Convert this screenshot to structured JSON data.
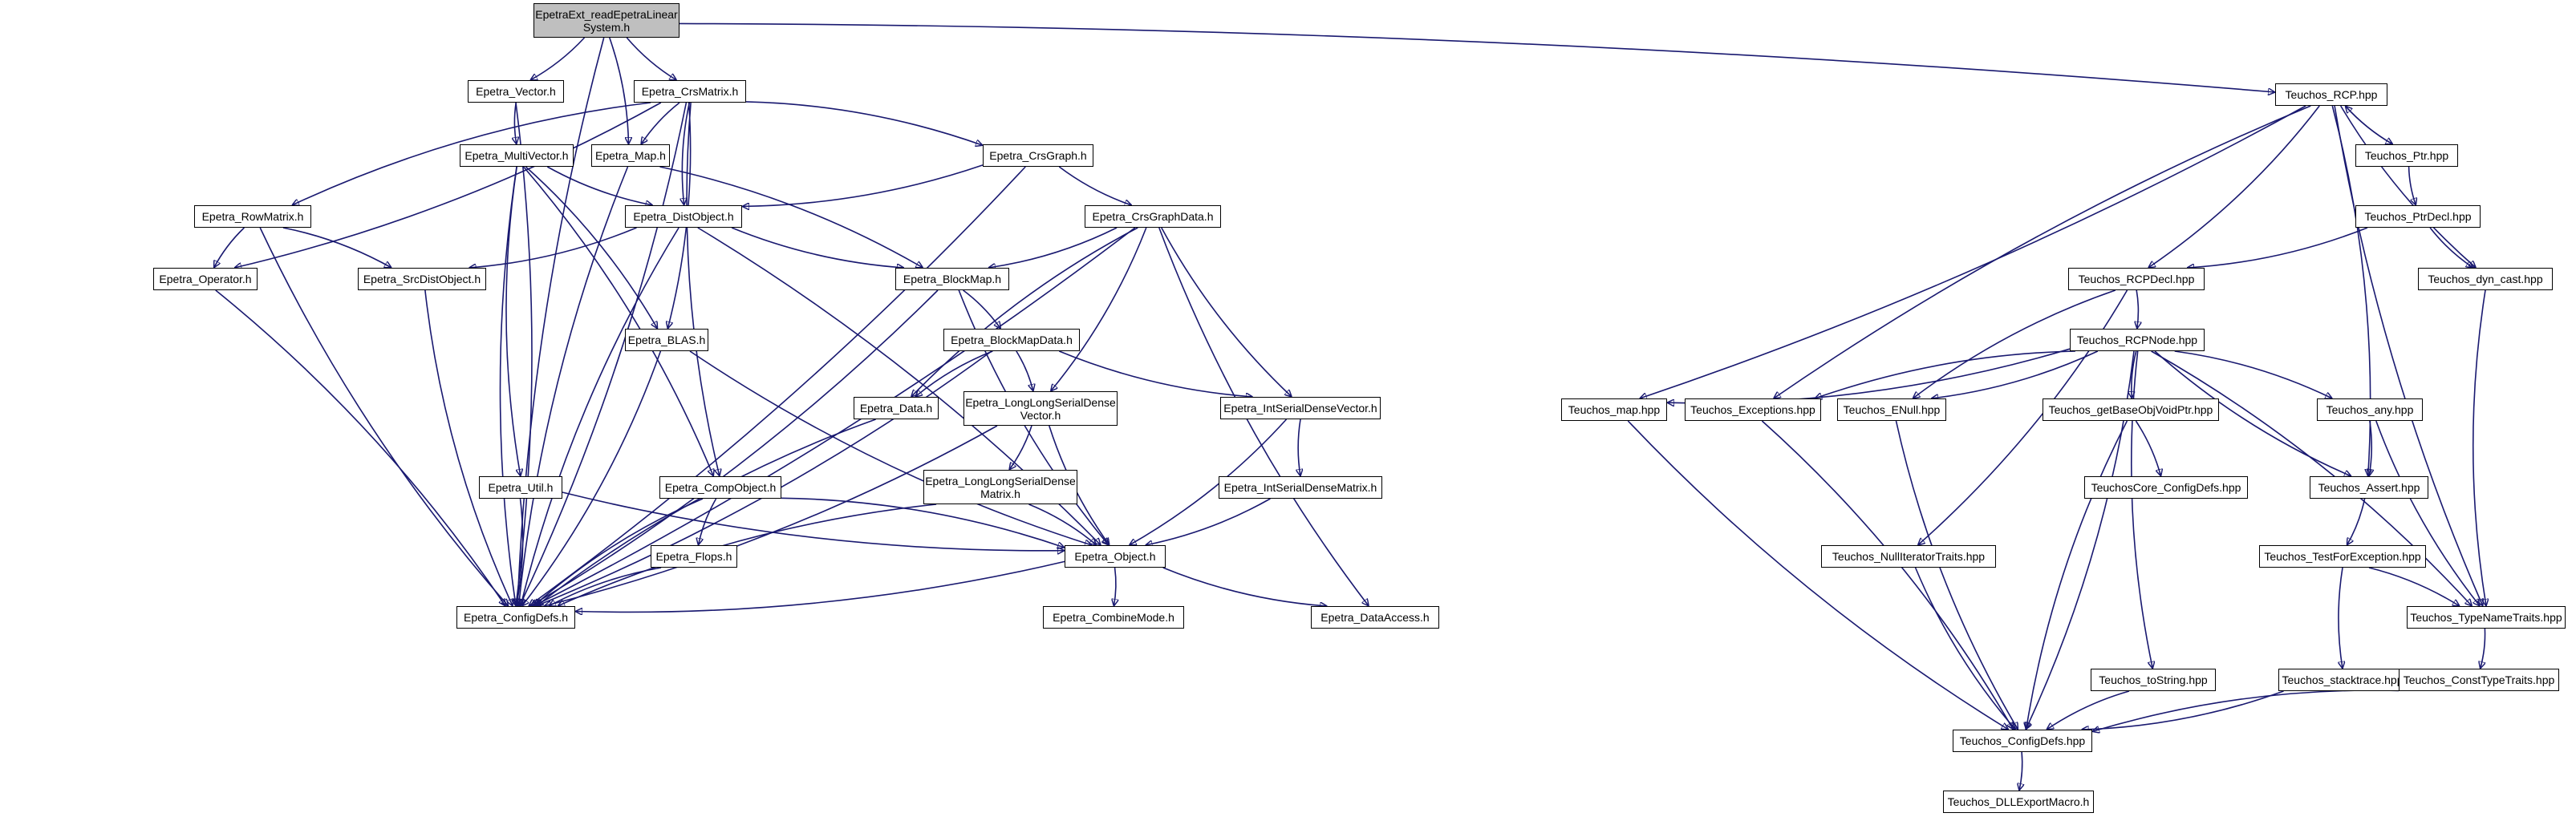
{
  "colors": {
    "edge": "#191970",
    "root_fill": "#bfbfbf",
    "node_fill": "#ffffff"
  },
  "nodes": {
    "root": "EpetraExt_readEpetraLinear\nSystem.h",
    "vector": "Epetra_Vector.h",
    "crsmatrix": "Epetra_CrsMatrix.h",
    "multivector": "Epetra_MultiVector.h",
    "map": "Epetra_Map.h",
    "crsgraph": "Epetra_CrsGraph.h",
    "rowmatrix": "Epetra_RowMatrix.h",
    "distobject": "Epetra_DistObject.h",
    "crsgraphdata": "Epetra_CrsGraphData.h",
    "operator": "Epetra_Operator.h",
    "srcdistobject": "Epetra_SrcDistObject.h",
    "blockmap": "Epetra_BlockMap.h",
    "blas": "Epetra_BLAS.h",
    "blockmapdata": "Epetra_BlockMapData.h",
    "data": "Epetra_Data.h",
    "llsdvector": "Epetra_LongLongSerialDense\nVector.h",
    "isdvector": "Epetra_IntSerialDenseVector.h",
    "util": "Epetra_Util.h",
    "compobject": "Epetra_CompObject.h",
    "llsdmatrix": "Epetra_LongLongSerialDense\nMatrix.h",
    "isdmatrix": "Epetra_IntSerialDenseMatrix.h",
    "flops": "Epetra_Flops.h",
    "object": "Epetra_Object.h",
    "configdefs": "Epetra_ConfigDefs.h",
    "combinemode": "Epetra_CombineMode.h",
    "dataaccess": "Epetra_DataAccess.h",
    "rcp": "Teuchos_RCP.hpp",
    "ptr": "Teuchos_Ptr.hpp",
    "ptrdecl": "Teuchos_PtrDecl.hpp",
    "rcpdecl": "Teuchos_RCPDecl.hpp",
    "dyncast": "Teuchos_dyn_cast.hpp",
    "rcpnode": "Teuchos_RCPNode.hpp",
    "tmap": "Teuchos_map.hpp",
    "exceptions": "Teuchos_Exceptions.hpp",
    "enull": "Teuchos_ENull.hpp",
    "getbase": "Teuchos_getBaseObjVoidPtr.hpp",
    "any": "Teuchos_any.hpp",
    "coreconfig": "TeuchosCore_ConfigDefs.hpp",
    "assert": "Teuchos_Assert.hpp",
    "nulliter": "Teuchos_NullIteratorTraits.hpp",
    "testforexc": "Teuchos_TestForException.hpp",
    "typename": "Teuchos_TypeNameTraits.hpp",
    "tostring": "Teuchos_toString.hpp",
    "stacktrace": "Teuchos_stacktrace.hpp",
    "consttype": "Teuchos_ConstTypeTraits.hpp",
    "tconfigdefs": "Teuchos_ConfigDefs.hpp",
    "dllexport": "Teuchos_DLLExportMacro.h"
  },
  "edges": [
    [
      "root",
      "vector"
    ],
    [
      "root",
      "crsmatrix"
    ],
    [
      "root",
      "map"
    ],
    [
      "root",
      "configdefs"
    ],
    [
      "root",
      "rcp"
    ],
    [
      "vector",
      "multivector"
    ],
    [
      "vector",
      "configdefs"
    ],
    [
      "crsmatrix",
      "map"
    ],
    [
      "crsmatrix",
      "crsgraph"
    ],
    [
      "crsmatrix",
      "rowmatrix"
    ],
    [
      "crsmatrix",
      "operator"
    ],
    [
      "crsmatrix",
      "distobject"
    ],
    [
      "crsmatrix",
      "blas"
    ],
    [
      "crsmatrix",
      "compobject"
    ],
    [
      "crsmatrix",
      "configdefs"
    ],
    [
      "multivector",
      "distobject"
    ],
    [
      "multivector",
      "blas"
    ],
    [
      "multivector",
      "util"
    ],
    [
      "multivector",
      "compobject"
    ],
    [
      "multivector",
      "configdefs"
    ],
    [
      "map",
      "blockmap"
    ],
    [
      "map",
      "configdefs"
    ],
    [
      "crsgraph",
      "distobject"
    ],
    [
      "crsgraph",
      "crsgraphdata"
    ],
    [
      "crsgraph",
      "configdefs"
    ],
    [
      "rowmatrix",
      "operator"
    ],
    [
      "rowmatrix",
      "srcdistobject"
    ],
    [
      "rowmatrix",
      "configdefs"
    ],
    [
      "distobject",
      "srcdistobject"
    ],
    [
      "distobject",
      "blockmap"
    ],
    [
      "distobject",
      "object"
    ],
    [
      "distobject",
      "configdefs"
    ],
    [
      "crsgraphdata",
      "blockmap"
    ],
    [
      "crsgraphdata",
      "data"
    ],
    [
      "crsgraphdata",
      "llsdvector"
    ],
    [
      "crsgraphdata",
      "isdvector"
    ],
    [
      "crsgraphdata",
      "configdefs"
    ],
    [
      "crsgraphdata",
      "dataaccess"
    ],
    [
      "operator",
      "configdefs"
    ],
    [
      "srcdistobject",
      "configdefs"
    ],
    [
      "blockmap",
      "blockmapdata"
    ],
    [
      "blockmap",
      "object"
    ],
    [
      "blockmap",
      "configdefs"
    ],
    [
      "blas",
      "object"
    ],
    [
      "blas",
      "configdefs"
    ],
    [
      "blockmapdata",
      "data"
    ],
    [
      "blockmapdata",
      "llsdvector"
    ],
    [
      "blockmapdata",
      "isdvector"
    ],
    [
      "blockmapdata",
      "configdefs"
    ],
    [
      "data",
      "configdefs"
    ],
    [
      "llsdvector",
      "llsdmatrix"
    ],
    [
      "llsdvector",
      "object"
    ],
    [
      "llsdvector",
      "configdefs"
    ],
    [
      "isdvector",
      "isdmatrix"
    ],
    [
      "isdvector",
      "object"
    ],
    [
      "util",
      "object"
    ],
    [
      "util",
      "configdefs"
    ],
    [
      "compobject",
      "flops"
    ],
    [
      "compobject",
      "object"
    ],
    [
      "compobject",
      "configdefs"
    ],
    [
      "llsdmatrix",
      "object"
    ],
    [
      "llsdmatrix",
      "configdefs"
    ],
    [
      "isdmatrix",
      "object"
    ],
    [
      "flops",
      "configdefs"
    ],
    [
      "object",
      "combinemode"
    ],
    [
      "object",
      "dataaccess"
    ],
    [
      "object",
      "configdefs"
    ],
    [
      "rcp",
      "ptr"
    ],
    [
      "rcp",
      "rcpdecl"
    ],
    [
      "rcp",
      "dyncast"
    ],
    [
      "rcp",
      "tmap"
    ],
    [
      "rcp",
      "exceptions"
    ],
    [
      "rcp",
      "assert"
    ],
    [
      "rcp",
      "typename"
    ],
    [
      "ptr",
      "rcp"
    ],
    [
      "ptr",
      "ptrdecl"
    ],
    [
      "ptrdecl",
      "rcpdecl"
    ],
    [
      "ptrdecl",
      "dyncast"
    ],
    [
      "rcpdecl",
      "rcpnode"
    ],
    [
      "rcpdecl",
      "enull"
    ],
    [
      "rcpdecl",
      "nulliter"
    ],
    [
      "dyncast",
      "typename"
    ],
    [
      "rcpnode",
      "tmap"
    ],
    [
      "rcpnode",
      "exceptions"
    ],
    [
      "rcpnode",
      "enull"
    ],
    [
      "rcpnode",
      "getbase"
    ],
    [
      "rcpnode",
      "any"
    ],
    [
      "rcpnode",
      "assert"
    ],
    [
      "rcpnode",
      "typename"
    ],
    [
      "rcpnode",
      "tostring"
    ],
    [
      "rcpnode",
      "tconfigdefs"
    ],
    [
      "tmap",
      "tconfigdefs"
    ],
    [
      "exceptions",
      "tconfigdefs"
    ],
    [
      "enull",
      "tconfigdefs"
    ],
    [
      "getbase",
      "coreconfig"
    ],
    [
      "getbase",
      "tconfigdefs"
    ],
    [
      "any",
      "assert"
    ],
    [
      "any",
      "typename"
    ],
    [
      "assert",
      "testforexc"
    ],
    [
      "nulliter",
      "tconfigdefs"
    ],
    [
      "testforexc",
      "typename"
    ],
    [
      "testforexc",
      "stacktrace"
    ],
    [
      "typename",
      "consttype"
    ],
    [
      "tostring",
      "tconfigdefs"
    ],
    [
      "stacktrace",
      "tconfigdefs"
    ],
    [
      "consttype",
      "tconfigdefs"
    ],
    [
      "tconfigdefs",
      "dllexport"
    ]
  ]
}
